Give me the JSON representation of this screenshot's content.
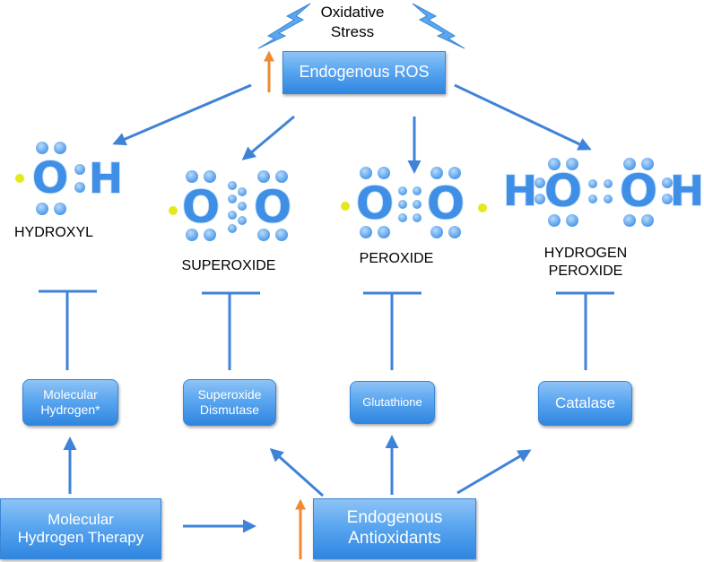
{
  "title": {
    "line1": "Oxidative",
    "line2": "Stress"
  },
  "source": {
    "label": "Endogenous ROS"
  },
  "molecules": [
    {
      "name_lines": [
        "HYDROXYL"
      ],
      "atoms": [
        "O",
        "H"
      ]
    },
    {
      "name_lines": [
        "SUPEROXIDE"
      ],
      "atoms": [
        "O",
        "O"
      ]
    },
    {
      "name_lines": [
        "PEROXIDE"
      ],
      "atoms": [
        "O",
        "O"
      ]
    },
    {
      "name_lines": [
        "HYDROGEN",
        "PEROXIDE"
      ],
      "atoms": [
        "H",
        "O",
        "O",
        "H"
      ]
    }
  ],
  "inhibitors": [
    {
      "lines": [
        "Molecular",
        "Hydrogen*"
      ]
    },
    {
      "lines": [
        "Superoxide",
        "Dismutase"
      ]
    },
    {
      "lines": [
        "Glutathione"
      ]
    },
    {
      "lines": [
        "Catalase"
      ]
    }
  ],
  "bottom": {
    "therapy_lines": [
      "Molecular",
      "Hydrogen Therapy"
    ],
    "antioxidants_lines": [
      "Endogenous",
      "Antioxidants"
    ]
  },
  "colors": {
    "arrow": "#3f83d8",
    "increase_arrow": "#f08a30",
    "lightning": "#5aa6f0",
    "electron": "#5da4ee",
    "unpaired_electron": "#e4e81c",
    "atom_letter": "#3f8fe6"
  }
}
